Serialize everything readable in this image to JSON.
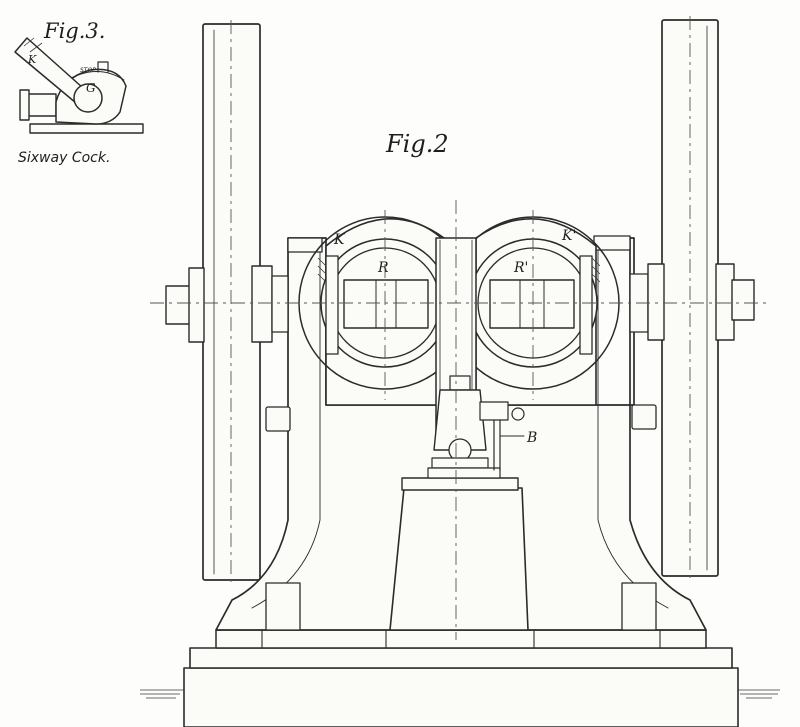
{
  "figures": {
    "fig2_title": "Fig.2",
    "fig3_title": "Fig.3.",
    "fig3_caption": "Sixway Cock."
  },
  "labels": {
    "left_valve": "K",
    "right_valve": "K'",
    "left_roll": "R",
    "right_roll": "R'",
    "cock": "B",
    "fig3_lever": "K",
    "fig3_cock": "G",
    "fig3_dial": "STOP"
  }
}
